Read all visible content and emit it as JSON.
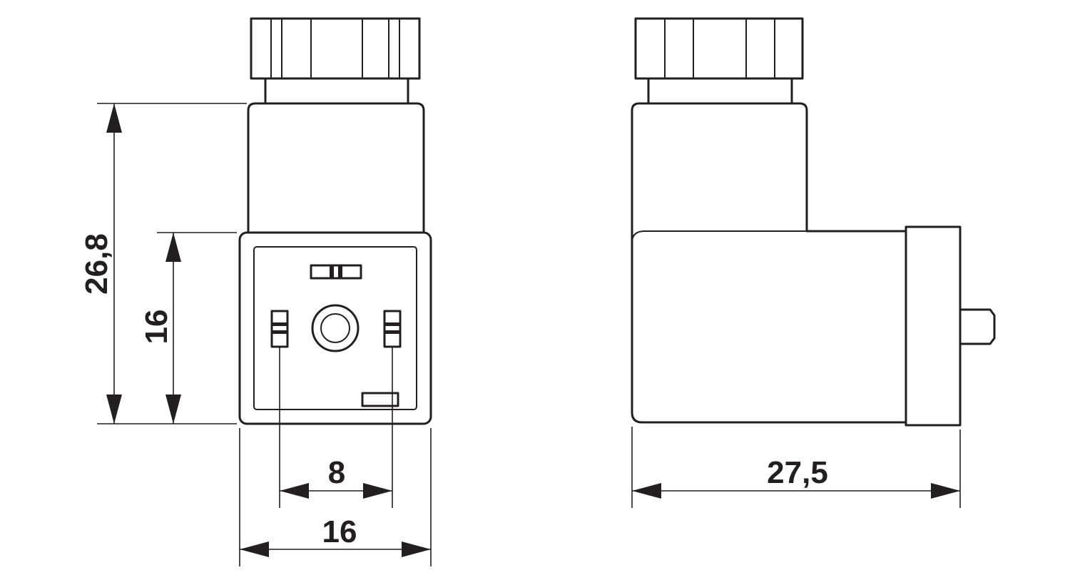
{
  "dimensions": {
    "front_height_total": "26,8",
    "front_height_body": "16",
    "front_pin_spacing": "8",
    "front_width": "16",
    "side_length": "27,5"
  }
}
